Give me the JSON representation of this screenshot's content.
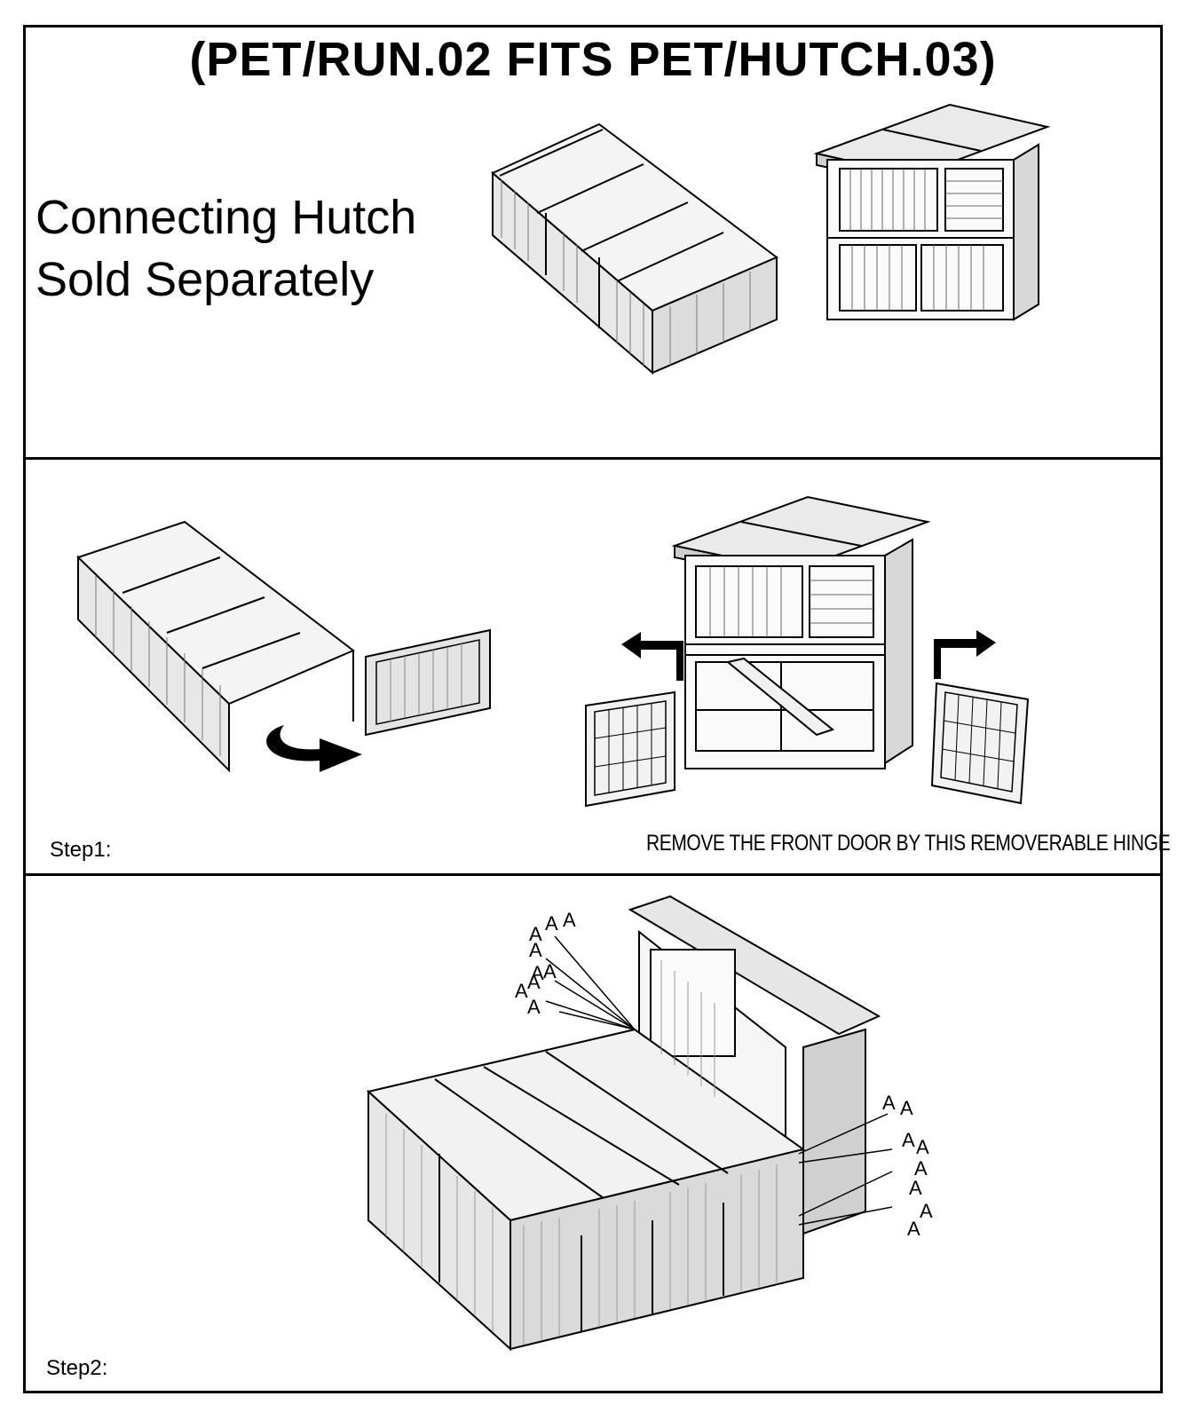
{
  "header": {
    "title": "(PET/RUN.02 FITS PET/HUTCH.03)"
  },
  "notice": {
    "line1": "Connecting Hutch",
    "line2": "Sold Separately"
  },
  "step1": {
    "label": "Step1:",
    "caption": "REMOVE THE FRONT DOOR BY THIS REMOVERABLE HINGE"
  },
  "step2": {
    "label": "Step2:",
    "callout_letter": "A"
  },
  "illustrations": {
    "run": "wooden-run-illustration",
    "hutch": "two-tier-hutch-illustration",
    "door": "run-end-panel-illustration",
    "arrows": [
      "curved-arrow-icon",
      "door-left-arrow-icon",
      "door-right-arrow-icon"
    ]
  }
}
